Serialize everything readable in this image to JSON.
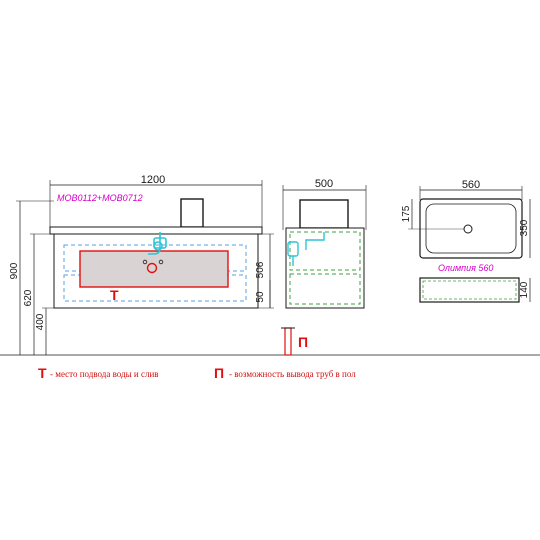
{
  "front_view": {
    "width_label": "1200",
    "model_label": "MOB0112+MOB0712",
    "height_900": "900",
    "height_620": "620",
    "height_400": "400",
    "height_506": "506",
    "offset_50": "50",
    "t_marker": "T"
  },
  "side_view": {
    "depth_label": "500",
    "p_marker": "П"
  },
  "basin": {
    "width_label": "560",
    "depth_label": "350",
    "drain_offset_label": "175",
    "height_label": "140",
    "name_label": "Олимпия 560"
  },
  "legend": {
    "t_letter": "T",
    "t_text": "- место подвода воды и слив",
    "p_letter": "П",
    "p_text": "- возможность вывода труб в пол"
  },
  "colors": {
    "line": "#1a1a1a",
    "magenta": "#d400c8",
    "red": "#e01010",
    "blue_dashed": "#5aa0e6",
    "cyan": "#2ac6d6",
    "green": "#3ca040"
  }
}
